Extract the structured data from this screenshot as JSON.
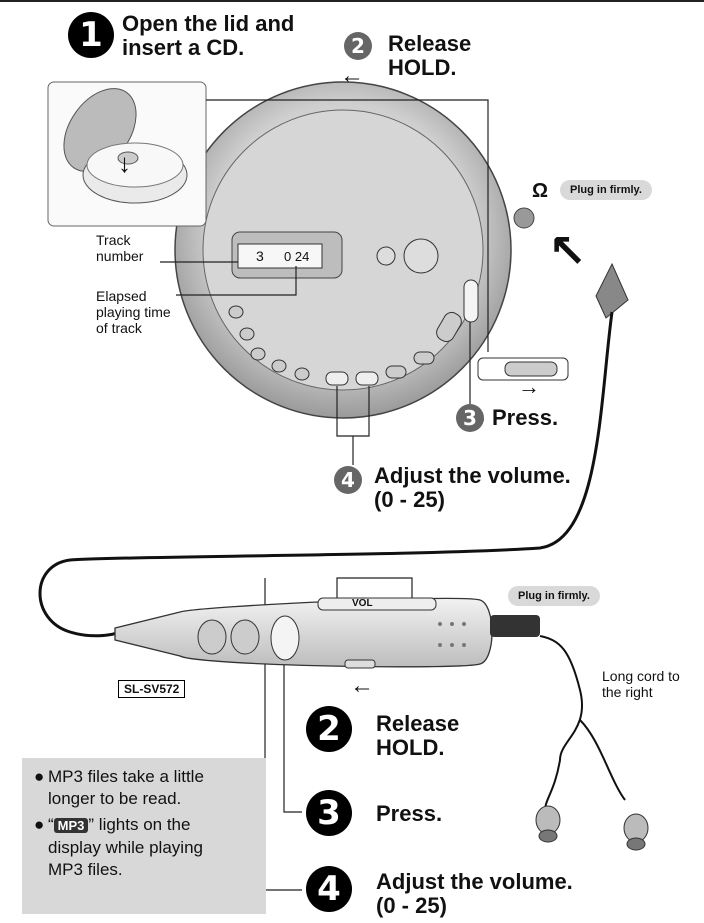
{
  "steps": {
    "s1": {
      "num": "1",
      "text": "Open the lid and\ninsert a CD."
    },
    "s2": {
      "num": "2",
      "text": "Release\nHOLD."
    },
    "s3": {
      "num": "3",
      "text": "Press."
    },
    "s4": {
      "num": "4",
      "text": "Adjust the volume.\n(0 - 25)"
    },
    "r2": {
      "num": "2",
      "text": "Release\nHOLD."
    },
    "r3": {
      "num": "3",
      "text": "Press."
    },
    "r4": {
      "num": "4",
      "text": "Adjust the volume.\n(0 - 25)"
    }
  },
  "labels": {
    "track_number": "Track\nnumber",
    "elapsed": "Elapsed\nplaying time\nof track",
    "plug_in_1": "Plug in firmly.",
    "plug_in_2": "Plug in firmly.",
    "long_cord": "Long cord to\nthe right",
    "model": "SL-SV572",
    "vol": "VOL",
    "display_track": "3",
    "display_time": "0 24"
  },
  "notes": {
    "n1": "MP3 files take a little\nlonger to be read.",
    "n2_pre": "“",
    "n2_tag": "MP3",
    "n2_post": "” lights on the",
    "n2_rest": "display while playing\nMP3 files."
  },
  "icons": [
    "headphone-icon",
    "arrow-left-icon",
    "arrow-right-icon",
    "arrow-down-icon",
    "arrow-up-left-icon"
  ]
}
